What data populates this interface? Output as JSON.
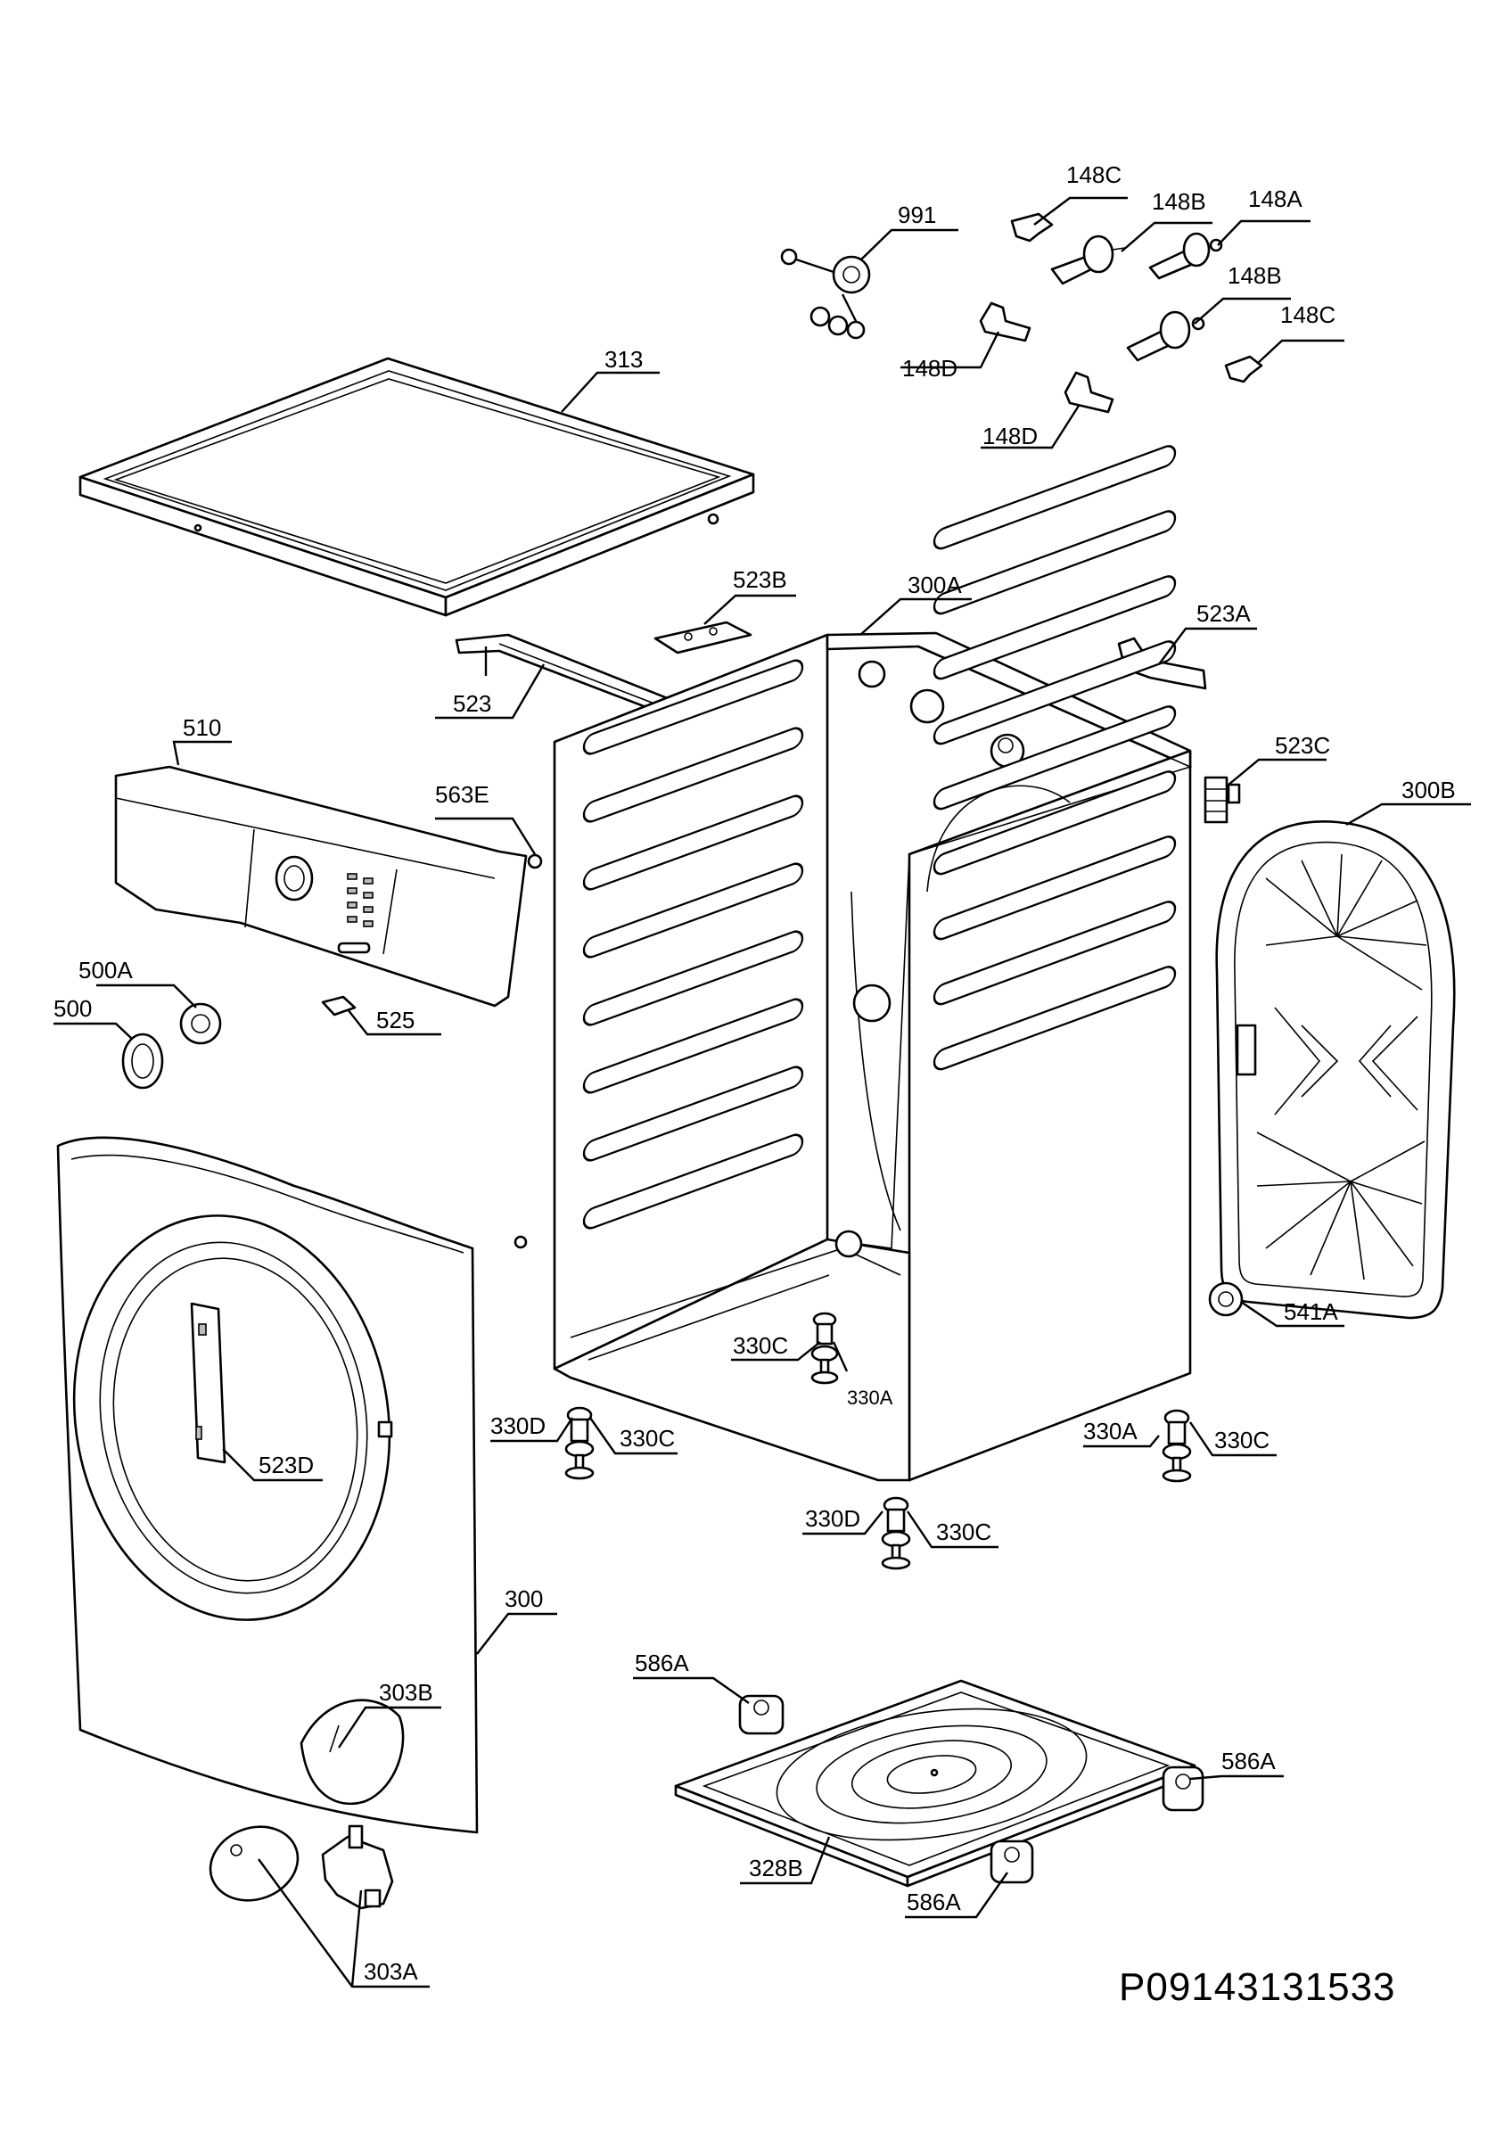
{
  "diagram_code": "P09143131533",
  "callouts": [
    {
      "id": "991",
      "text": "991"
    },
    {
      "id": "148C-top",
      "text": "148C"
    },
    {
      "id": "148B-top",
      "text": "148B"
    },
    {
      "id": "148A",
      "text": "148A"
    },
    {
      "id": "148B-mid",
      "text": "148B"
    },
    {
      "id": "148C-right",
      "text": "148C"
    },
    {
      "id": "148D-left",
      "text": "148D"
    },
    {
      "id": "148D-low",
      "text": "148D"
    },
    {
      "id": "313",
      "text": "313"
    },
    {
      "id": "523B",
      "text": "523B"
    },
    {
      "id": "300A",
      "text": "300A"
    },
    {
      "id": "523A",
      "text": "523A"
    },
    {
      "id": "523",
      "text": "523"
    },
    {
      "id": "510",
      "text": "510"
    },
    {
      "id": "563E",
      "text": "563E"
    },
    {
      "id": "523C",
      "text": "523C"
    },
    {
      "id": "300B",
      "text": "300B"
    },
    {
      "id": "500A",
      "text": "500A"
    },
    {
      "id": "525",
      "text": "525"
    },
    {
      "id": "500",
      "text": "500"
    },
    {
      "id": "541A",
      "text": "541A"
    },
    {
      "id": "330C-inner",
      "text": "330C"
    },
    {
      "id": "330A-inner",
      "text": "330A"
    },
    {
      "id": "330D-left",
      "text": "330D"
    },
    {
      "id": "330C-left",
      "text": "330C"
    },
    {
      "id": "330A-right",
      "text": "330A"
    },
    {
      "id": "330C-right",
      "text": "330C"
    },
    {
      "id": "523D",
      "text": "523D"
    },
    {
      "id": "330D-mid",
      "text": "330D"
    },
    {
      "id": "330C-mid",
      "text": "330C"
    },
    {
      "id": "300",
      "text": "300"
    },
    {
      "id": "586A-top",
      "text": "586A"
    },
    {
      "id": "303B",
      "text": "303B"
    },
    {
      "id": "586A-right",
      "text": "586A"
    },
    {
      "id": "328B",
      "text": "328B"
    },
    {
      "id": "586A-bottom",
      "text": "586A"
    },
    {
      "id": "303A",
      "text": "303A"
    }
  ]
}
